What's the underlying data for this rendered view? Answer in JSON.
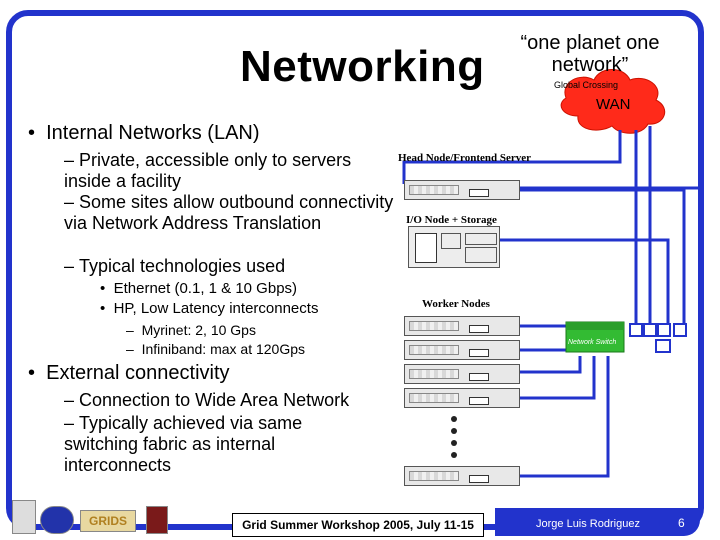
{
  "slide": {
    "title": "Networking",
    "quote": "“one planet one network”",
    "quote_source": "Global Crossing",
    "wan_label": "WAN"
  },
  "bullets": {
    "b1": "Internal Networks (LAN)",
    "b1_1": "Private, accessible only to servers inside a facility",
    "b1_2": "Some sites allow outbound connectivity via Network Address Translation",
    "b1_3": "Typical technologies used",
    "b1_3_1": "Ethernet (0.1, 1 & 10 Gbps)",
    "b1_3_2": "HP, Low Latency interconnects",
    "b1_3_2_1": "Myrinet: 2, 10 Gps",
    "b1_3_2_2": "Infiniband: max at 120Gps",
    "b2": "External connectivity",
    "b2_1": "Connection to Wide Area Network",
    "b2_2": "Typically achieved via same switching fabric as internal interconnects"
  },
  "diagram": {
    "head_node_label": "Head Node/Frontend Server",
    "io_node_label": "I/O Node + Storage",
    "worker_label": "Worker Nodes",
    "switch_label": "Network Switch"
  },
  "footer": {
    "event": "Grid Summer Workshop 2005, July 11-15",
    "presenter": "Jorge Luis Rodriguez",
    "page": "6",
    "logo_grids": "GRIDS"
  },
  "colors": {
    "frame": "#2233cc",
    "wan_cloud": "#ff2a1a",
    "cable": "#2233cc",
    "switch": "#33bb33"
  }
}
